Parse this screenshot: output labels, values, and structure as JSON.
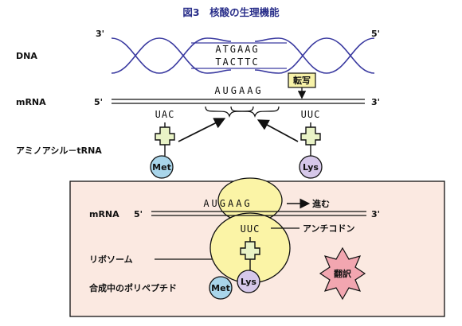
{
  "title": "図3　核酸の生理機能",
  "dna": {
    "label": "DNA",
    "end_left": "3'",
    "end_right": "5'",
    "top_strand": "ATGAAG",
    "bottom_strand": "TACTTC"
  },
  "mrna_row": {
    "label": "mRNA",
    "end_left": "5'",
    "end_right": "3'",
    "sequence": "AUGAAG",
    "transcription_label": "転写"
  },
  "trna": {
    "label": "アミノアシル－tRNA",
    "left_anticodon": "UAC",
    "right_anticodon": "UUC",
    "left_amino_acid": "Met",
    "right_amino_acid": "Lys"
  },
  "translation": {
    "mrna_label": "mRNA",
    "end_left": "5'",
    "end_right": "3'",
    "sequence": "AUGAAG",
    "direction_label": "進む",
    "anticodon": "UUC",
    "anticodon_label": "アンチコドン",
    "ribosome_label": "リボソーム",
    "polypeptide_label": "合成中のポリペプチド",
    "amino_acid_1": "Met",
    "amino_acid_2": "Lys",
    "badge": "翻訳"
  },
  "colors": {
    "title": "#2a2f8a",
    "helix": "#3a3aa0",
    "panel_fill": "#fbe9e1",
    "ribosome_fill": "#fbf4a6",
    "met_fill": "#a9d5ea",
    "lys_fill": "#d6c8ea",
    "badge_fill": "#f2a6b0",
    "trna_fill": "#e9f3c6",
    "label_box_fill": "#f7f2a8"
  }
}
